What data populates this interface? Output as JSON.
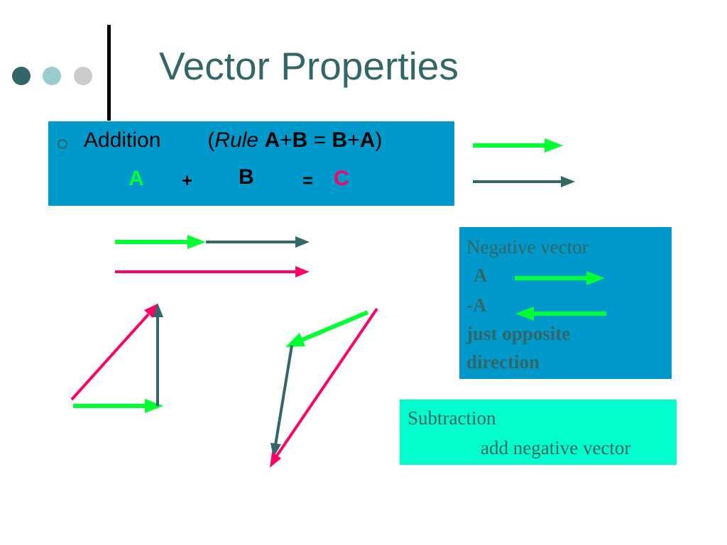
{
  "slide": {
    "title": "Vector Properties"
  },
  "addition": {
    "label": "Addition",
    "rule_open": "(",
    "rule_word": "Rule",
    "rule_expr_a1": "A",
    "rule_plus1": "+",
    "rule_expr_b1": "B",
    "rule_eq": " = ",
    "rule_expr_b2": "B",
    "rule_plus2": "+",
    "rule_expr_a2": "A",
    "rule_close": ")",
    "formula": {
      "a": "A",
      "plus": "+",
      "b": "B",
      "equals": "=",
      "c": "C"
    }
  },
  "negative": {
    "heading": "Negative vector",
    "a_label": "A",
    "neg_a_label": "-A",
    "line1": "just opposite",
    "line2": "direction"
  },
  "subtraction": {
    "heading": "Subtraction",
    "detail": "add negative vector"
  },
  "colors": {
    "vector_a": "#00ff33",
    "vector_b": "#336666",
    "vector_c": "#ff0066",
    "title": "#336666",
    "box_blue": "#0099cc",
    "box_cyan": "#00ffcc"
  }
}
